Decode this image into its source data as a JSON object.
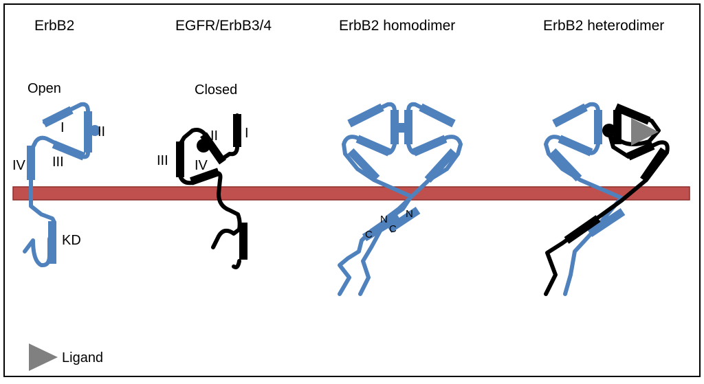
{
  "colors": {
    "receptor_blue": "#4f81bd",
    "receptor_black": "#000000",
    "membrane_fill": "#c0504d",
    "membrane_stroke": "#8c2d2a",
    "ligand_gray": "#808080",
    "frame": "#000000"
  },
  "panels": {
    "erbb2": {
      "title": "ErbB2",
      "state": "Open",
      "domain_i": "I",
      "domain_ii": "II",
      "domain_iii": "III",
      "domain_iv": "IV",
      "kinase": "KD"
    },
    "egfr": {
      "title": "EGFR/ErbB3/4",
      "state": "Closed",
      "domain_i": "I",
      "domain_ii": "II",
      "domain_iii": "III",
      "domain_iv": "IV"
    },
    "homodimer": {
      "title": "ErbB2 homodimer",
      "c1": "C",
      "n1": "N",
      "c2": "C",
      "n2": "N"
    },
    "heterodimer": {
      "title": "ErbB2 heterodimer"
    }
  },
  "legend": {
    "ligand_label": "Ligand",
    "ligand_icon": "gray-triangle"
  }
}
